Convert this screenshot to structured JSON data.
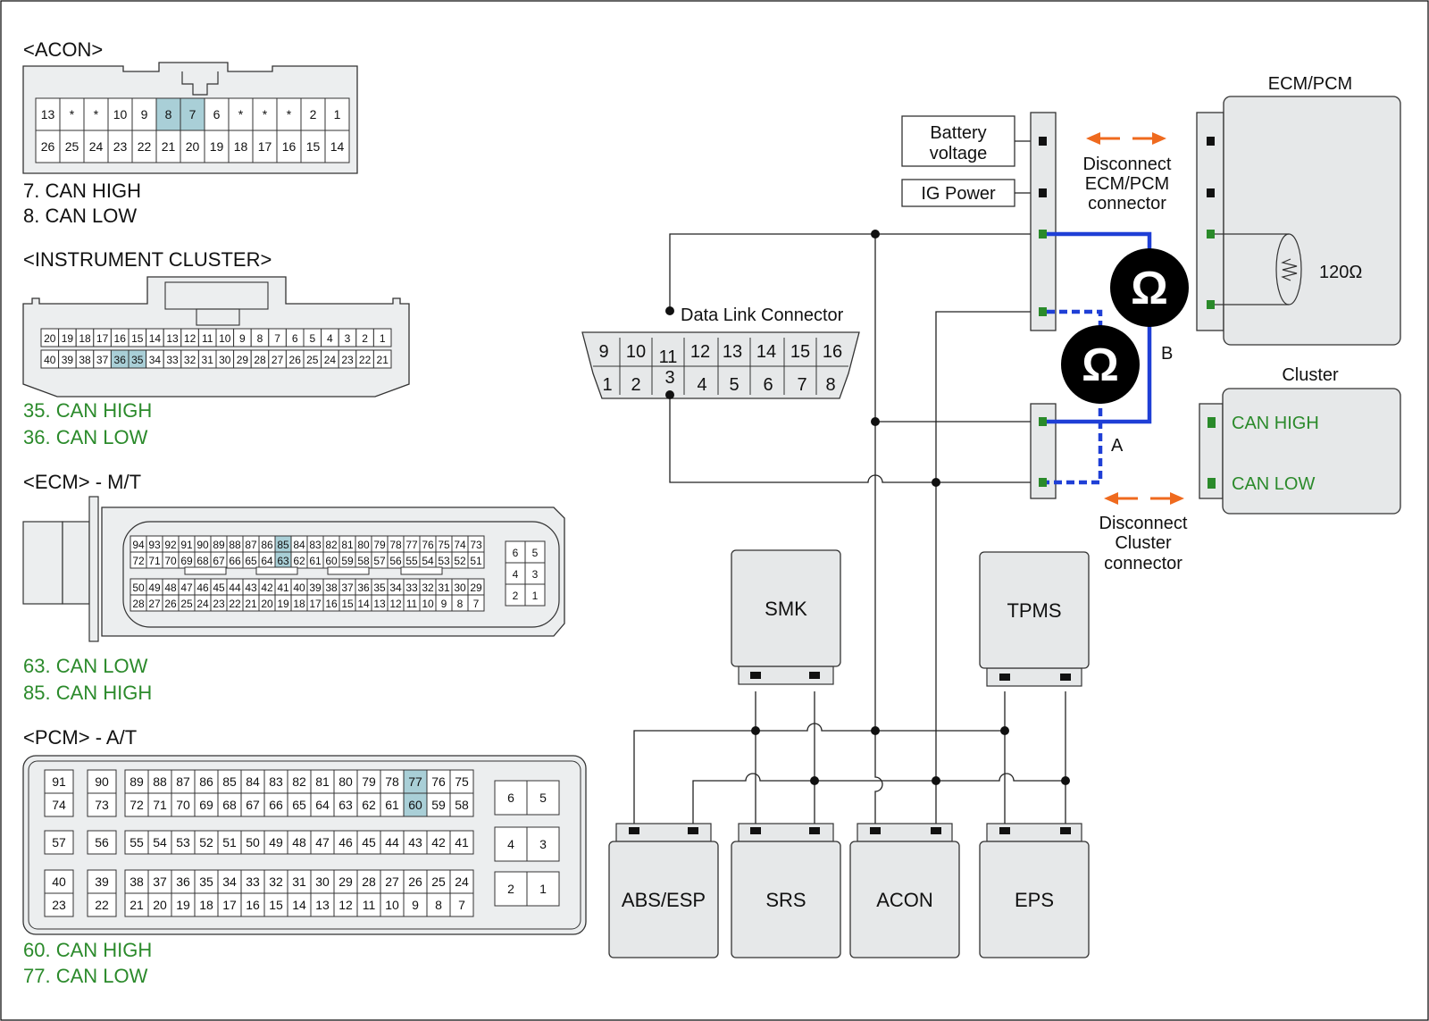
{
  "colors": {
    "box_fill": "#e6e8e9",
    "pin_highlight": "#a9cfd7",
    "can_wire": "#1f3fd6",
    "arrow": "#ef6a1e",
    "pin_green": "#2a8a2a",
    "text_green": "#2b8a2b"
  },
  "acon": {
    "title": "<ACON>",
    "top_row": [
      "13",
      "*",
      "*",
      "10",
      "9",
      "8",
      "7",
      "6",
      "*",
      "*",
      "*",
      "2",
      "1"
    ],
    "bottom_row": [
      "26",
      "25",
      "24",
      "23",
      "22",
      "21",
      "20",
      "19",
      "18",
      "17",
      "16",
      "15",
      "14"
    ],
    "highlight": [
      "8",
      "7"
    ],
    "notes": [
      "7. CAN HIGH",
      "8. CAN LOW"
    ]
  },
  "cluster_connector": {
    "title": "<INSTRUMENT CLUSTER>",
    "top_row": [
      "20",
      "19",
      "18",
      "17",
      "16",
      "15",
      "14",
      "13",
      "12",
      "11",
      "10",
      "9",
      "8",
      "7",
      "6",
      "5",
      "4",
      "3",
      "2",
      "1"
    ],
    "bottom_row": [
      "40",
      "39",
      "38",
      "37",
      "36",
      "35",
      "34",
      "33",
      "32",
      "31",
      "30",
      "29",
      "28",
      "27",
      "26",
      "25",
      "24",
      "23",
      "22",
      "21"
    ],
    "highlight": [
      "36",
      "35"
    ],
    "notes": [
      "35. CAN HIGH",
      "36. CAN LOW"
    ]
  },
  "ecm": {
    "title": "<ECM> - M/T",
    "rows": [
      [
        "94",
        "93",
        "92",
        "91",
        "90",
        "89",
        "88",
        "87",
        "86",
        "85",
        "84",
        "83",
        "82",
        "81",
        "80",
        "79",
        "78",
        "77",
        "76",
        "75",
        "74",
        "73"
      ],
      [
        "72",
        "71",
        "70",
        "69",
        "68",
        "67",
        "66",
        "65",
        "64",
        "63",
        "62",
        "61",
        "60",
        "59",
        "58",
        "57",
        "56",
        "55",
        "54",
        "53",
        "52",
        "51"
      ],
      [
        "50",
        "49",
        "48",
        "47",
        "46",
        "45",
        "44",
        "43",
        "42",
        "41",
        "40",
        "39",
        "38",
        "37",
        "36",
        "35",
        "34",
        "33",
        "32",
        "31",
        "30",
        "29"
      ],
      [
        "28",
        "27",
        "26",
        "25",
        "24",
        "23",
        "22",
        "21",
        "20",
        "19",
        "18",
        "17",
        "16",
        "15",
        "14",
        "13",
        "12",
        "11",
        "10",
        "9",
        "8",
        "7"
      ]
    ],
    "side": [
      [
        "6",
        "5"
      ],
      [
        "4",
        "3"
      ],
      [
        "2",
        "1"
      ]
    ],
    "highlight": [
      "85",
      "63"
    ],
    "notes": [
      "63. CAN LOW",
      "85. CAN HIGH"
    ]
  },
  "pcm": {
    "title": "<PCM> - A/T",
    "blockA": [
      [
        "91",
        "74"
      ],
      [
        "57"
      ],
      [
        "40",
        "23"
      ]
    ],
    "blockB": [
      [
        "90",
        "73"
      ],
      [
        "56"
      ],
      [
        "39",
        "22"
      ]
    ],
    "main_rows": [
      [
        "89",
        "88",
        "87",
        "86",
        "85",
        "84",
        "83",
        "82",
        "81",
        "80",
        "79",
        "78",
        "77",
        "76",
        "75"
      ],
      [
        "72",
        "71",
        "70",
        "69",
        "68",
        "67",
        "66",
        "65",
        "64",
        "63",
        "62",
        "61",
        "60",
        "59",
        "58"
      ],
      [
        "55",
        "54",
        "53",
        "52",
        "51",
        "50",
        "49",
        "48",
        "47",
        "46",
        "45",
        "44",
        "43",
        "42",
        "41"
      ],
      [
        "38",
        "37",
        "36",
        "35",
        "34",
        "33",
        "32",
        "31",
        "30",
        "29",
        "28",
        "27",
        "26",
        "25",
        "24"
      ],
      [
        "21",
        "20",
        "19",
        "18",
        "17",
        "16",
        "15",
        "14",
        "13",
        "12",
        "11",
        "10",
        "9",
        "8",
        "7"
      ]
    ],
    "side": [
      [
        "6",
        "5"
      ],
      [
        "4",
        "3"
      ],
      [
        "2",
        "1"
      ]
    ],
    "highlight": [
      "77",
      "60"
    ],
    "notes": [
      "60. CAN HIGH",
      "77. CAN LOW"
    ]
  },
  "circuit": {
    "battery_label": [
      "Battery",
      "voltage"
    ],
    "ig_label": "IG Power",
    "ecm_title": "ECM/PCM",
    "resistor_label": "120Ω",
    "cluster_title": "Cluster",
    "cluster_high": "CAN HIGH",
    "cluster_low": "CAN LOW",
    "disconnect_ecm": [
      "Disconnect",
      "ECM/PCM",
      "connector"
    ],
    "disconnect_cluster": [
      "Disconnect",
      "Cluster",
      "connector"
    ],
    "dlc_title": "Data Link Connector",
    "dlc_top": [
      "9",
      "10",
      "11",
      "12",
      "13",
      "14",
      "15",
      "16"
    ],
    "dlc_bottom": [
      "1",
      "2",
      "3",
      "4",
      "5",
      "6",
      "7",
      "8"
    ],
    "ohm_symbol": "Ω",
    "label_a": "A",
    "label_b": "B",
    "modules": [
      "SMK",
      "TPMS",
      "ABS/ESP",
      "SRS",
      "ACON",
      "EPS"
    ]
  }
}
